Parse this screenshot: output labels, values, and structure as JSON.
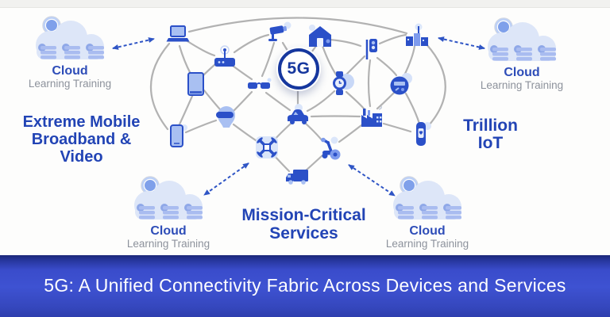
{
  "hub": {
    "label": "5G"
  },
  "region_labels": {
    "extreme_mobile": {
      "lines": [
        "Extreme Mobile",
        "Broadband &",
        "Video"
      ]
    },
    "trillion_iot": {
      "lines": [
        "Trillion",
        "IoT"
      ]
    },
    "mission_critical": {
      "lines": [
        "Mission-Critical",
        "Services"
      ]
    }
  },
  "clouds": [
    {
      "title": "Cloud",
      "subtitle": "Learning Training"
    },
    {
      "title": "Cloud",
      "subtitle": "Learning Training"
    },
    {
      "title": "Cloud",
      "subtitle": "Learning Training"
    },
    {
      "title": "Cloud",
      "subtitle": "Learning Training"
    }
  ],
  "banner": {
    "title": "5G: A Unified Connectivity Fabric Across Devices and Services"
  },
  "icons": {
    "devices": [
      "laptop-icon",
      "wifi-router-icon",
      "security-camera-icon",
      "smart-home-icon",
      "traffic-light-icon",
      "smart-city-icon",
      "tablet-icon",
      "smart-glasses-icon",
      "smartwatch-icon",
      "smart-meter-icon",
      "smartphone-icon",
      "vr-headset-icon",
      "connected-car-icon",
      "factory-icon",
      "fitness-band-icon",
      "drone-icon",
      "robot-icon",
      "delivery-truck-icon"
    ],
    "cloud": "cloud-servers-icon",
    "arrow": "dashed-double-arrow"
  },
  "colors": {
    "device_blue": "#2b50c8",
    "device_light": "#a9c0f2",
    "label_blue": "#2244b5",
    "mesh_gray": "#b2b2b2",
    "arrow_blue": "#2f55c5",
    "cloud_fill": "#dde6f8",
    "subtitle_gray": "#8d929c",
    "banner_blue": "#3a4ccb",
    "banner_navy": "#1c2878",
    "banner_text": "#ffffff"
  }
}
